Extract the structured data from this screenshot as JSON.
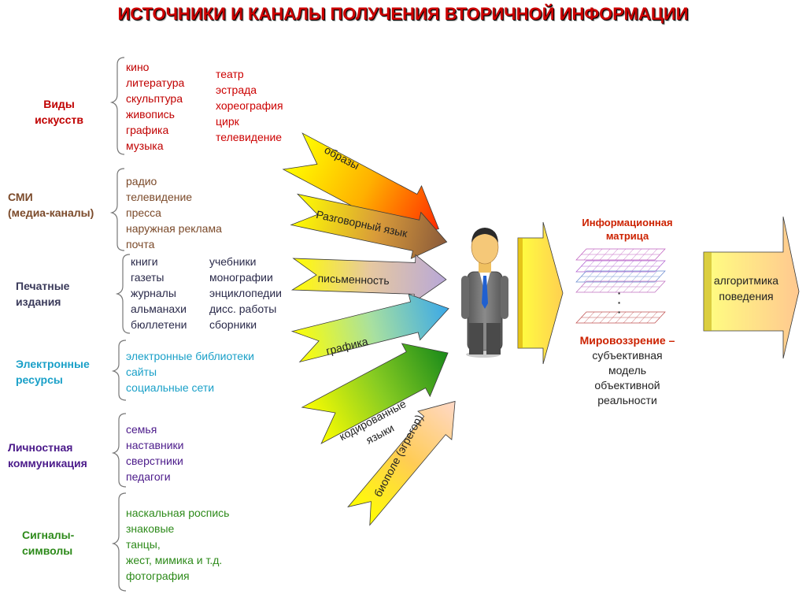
{
  "title": "ИСТОЧНИКИ И КАНАЛЫ ПОЛУЧЕНИЯ ВТОРИЧНОЙ ИНФОРМАЦИИ",
  "sources": [
    {
      "label": [
        "Виды",
        "искусств"
      ],
      "color": "#c00000",
      "col1": [
        "кино",
        "литература",
        "скульптура",
        "живопись",
        "графика",
        "музыка"
      ],
      "col2": [
        "театр",
        "эстрада",
        "хореография",
        "цирк",
        "телевидение"
      ],
      "col2_color": "#cc0000"
    },
    {
      "label": [
        "СМИ",
        "(медиа-каналы)"
      ],
      "color": "#7b4a2a",
      "col1": [
        "радио",
        "телевидение",
        "пресса",
        "наружная реклама",
        "почта"
      ],
      "col2": []
    },
    {
      "label": [
        "Печатные",
        "издания"
      ],
      "color": "#3a3a5a",
      "col1": [
        "книги",
        "газеты",
        "журналы",
        "альманахи",
        "бюллетени"
      ],
      "col2": [
        "учебники",
        "монографии",
        "энциклопедии",
        "дисс. работы",
        "сборники"
      ],
      "col2_color": "#2a2a4a"
    },
    {
      "label": [
        "Электронные",
        "ресурсы"
      ],
      "color": "#1aa0c8",
      "col1": [
        "электронные библиотеки",
        "сайты",
        "социальные сети"
      ],
      "col2": []
    },
    {
      "label": [
        "Личностная",
        "коммуникация"
      ],
      "color": "#4b1a8a",
      "col1": [
        "семья",
        "наставники",
        "сверстники",
        "педагоги"
      ],
      "col2": []
    },
    {
      "label": [
        "Сигналы-",
        "символы"
      ],
      "color": "#2d8a1a",
      "col1": [
        "наскальная роспись",
        "знаковые",
        "танцы,",
        "жест, мимика и т.д.",
        "фотография"
      ],
      "col2": []
    }
  ],
  "channels": [
    "образы",
    "Разговорный язык",
    "письменность",
    "графика",
    [
      "кодированные",
      "языки"
    ],
    "биополе (эгрегор)"
  ],
  "matrix": {
    "title": [
      "Информационная",
      "матрица"
    ],
    "dots": "·"
  },
  "worldview": {
    "head": "Мировоззрение –",
    "body": [
      "субъективная",
      "модель",
      "объективной",
      "реальности"
    ]
  },
  "algorithm": [
    "алгоритмика",
    "поведения"
  ],
  "colors": {
    "title": "#cc0000",
    "accent": "#cc2200",
    "arrow_yellow": "#ffff00"
  }
}
